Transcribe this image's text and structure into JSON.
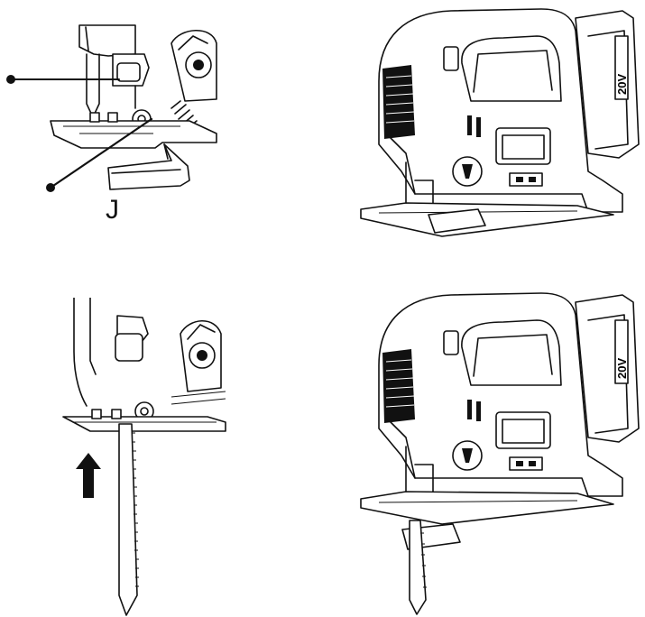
{
  "figure": {
    "panels": [
      {
        "id": "top-left",
        "step": "lever-release-detail",
        "callouts": 2,
        "label": "J"
      },
      {
        "id": "top-right",
        "step": "jigsaw-with-base-lever"
      },
      {
        "id": "bottom-left",
        "step": "blade-insertion-detail",
        "arrow": "up"
      },
      {
        "id": "bottom-right",
        "step": "jigsaw-with-blade-installed"
      }
    ],
    "battery_label": "20V",
    "colors": {
      "line": "#111111",
      "background": "#ffffff"
    }
  }
}
